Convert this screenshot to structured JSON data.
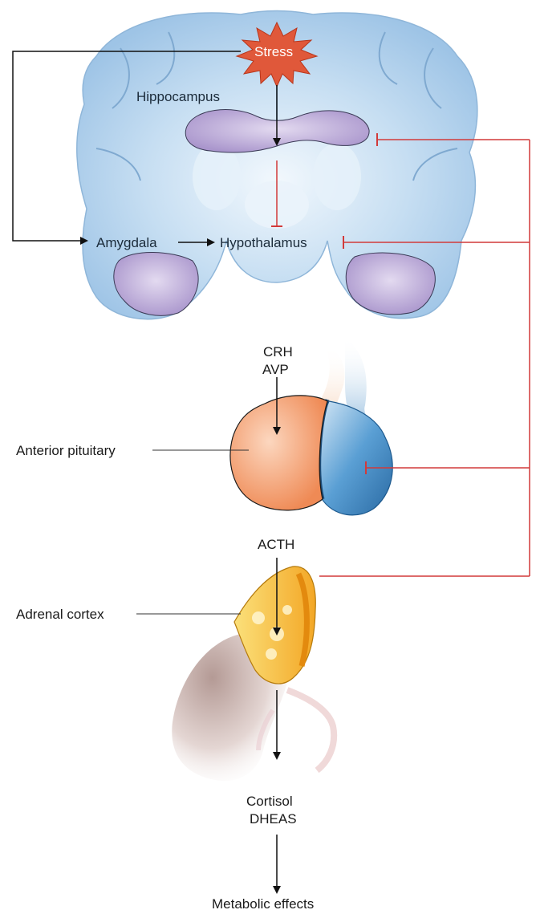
{
  "labels": {
    "stress": "Stress",
    "hippocampus": "Hippocampus",
    "amygdala": "Amygdala",
    "hypothalamus": "Hypothalamus",
    "crh": "CRH",
    "avp": "AVP",
    "anterior_pituitary": "Anterior pituitary",
    "acth": "ACTH",
    "adrenal_cortex": "Adrenal cortex",
    "cortisol": "Cortisol",
    "dheas": "DHEAS",
    "metabolic_effects": "Metabolic effects"
  },
  "colors": {
    "brain": "#9ec4e6",
    "brain_outline": "#6f9fc9",
    "limbic": "#b7a6d4",
    "stress_burst": "#e0583a",
    "anterior_pituitary": "#f29a6c",
    "posterior_pituitary": "#3f86c0",
    "adrenal_cortex": "#f4b63a",
    "kidney": "#c9b3ae",
    "stimulatory_arrow": "#111111",
    "inhibitory_feedback": "#d23a3a"
  }
}
